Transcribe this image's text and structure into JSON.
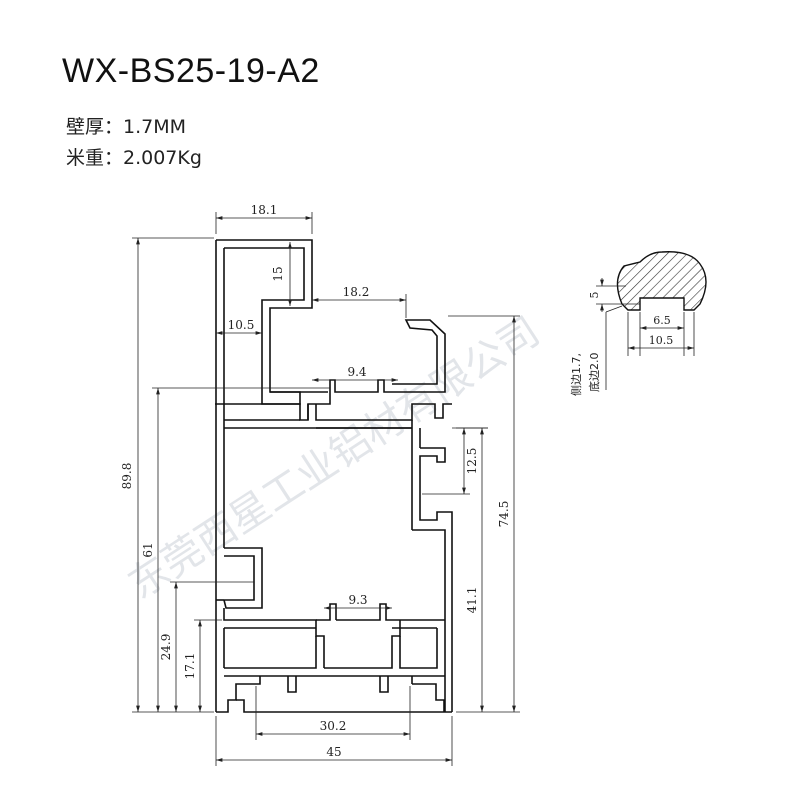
{
  "model": "WX-BS25-19-A2",
  "specs": {
    "wall_thickness": "壁厚：1.7MM",
    "meter_weight": "米重：2.007Kg"
  },
  "dimensions": {
    "top_width": "18.1",
    "top_height": "15",
    "hook_width": "18.2",
    "inner_flange": "10.5",
    "slot_top": "9.4",
    "total_height": "89.8",
    "right_height": "74.5",
    "mid_height": "61",
    "slot_height": "12.5",
    "lower_right": "41.1",
    "low_height": "24.9",
    "lowest_height": "17.1",
    "slot_bottom": "9.3",
    "base_inner": "30.2",
    "base_width": "45"
  },
  "detail": {
    "dim_depth": "5",
    "dim_inner": "6.5",
    "dim_outer": "10.5",
    "side_note_1": "侧边1.7,",
    "side_note_2": "底边2.0"
  },
  "watermark": "东莞西星工业铝材有限公司"
}
